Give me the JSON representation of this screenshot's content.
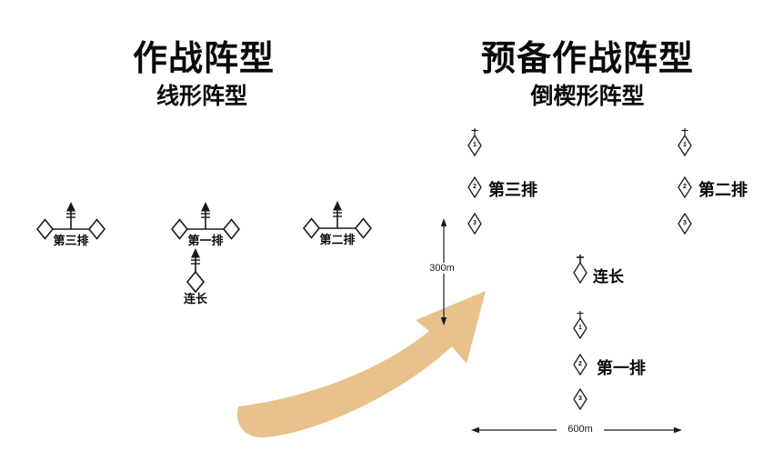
{
  "left_panel": {
    "title": "作战阵型",
    "subtitle": "线形阵型",
    "platoons": [
      {
        "label": "第三排"
      },
      {
        "label": "第一排"
      },
      {
        "label": "第二排"
      }
    ],
    "commander": {
      "label": "连长"
    }
  },
  "right_panel": {
    "title": "预备作战阵型",
    "subtitle": "倒楔形阵型",
    "third_platoon": {
      "label": "第三排",
      "squads": [
        "1",
        "2",
        "3"
      ]
    },
    "second_platoon": {
      "label": "第二排",
      "squads": [
        "1",
        "2",
        "3"
      ]
    },
    "first_platoon": {
      "label": "第一排",
      "squads": [
        "1",
        "2",
        "3"
      ]
    },
    "commander": {
      "label": "连长"
    },
    "depth_label": "300m",
    "width_label": "600m"
  },
  "colors": {
    "advance_arrow": "#e8c18c",
    "ink": "#1a1a1a"
  }
}
